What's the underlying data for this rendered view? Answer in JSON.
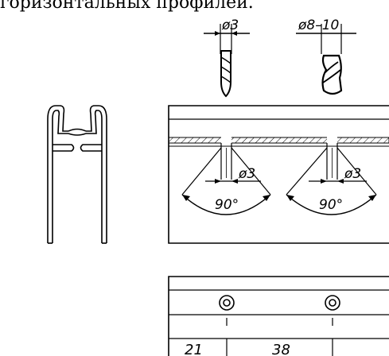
{
  "caption": "горизонтальных профилей.",
  "drills": {
    "small_label": "ø3",
    "large_label": "ø8–10"
  },
  "drilling_detail": {
    "hole_label_left": "ø3",
    "hole_label_right": "ø3",
    "angle_label_left": "90°",
    "angle_label_right": "90°"
  },
  "bottom_view": {
    "dim_first": "21",
    "dim_second": "38"
  }
}
